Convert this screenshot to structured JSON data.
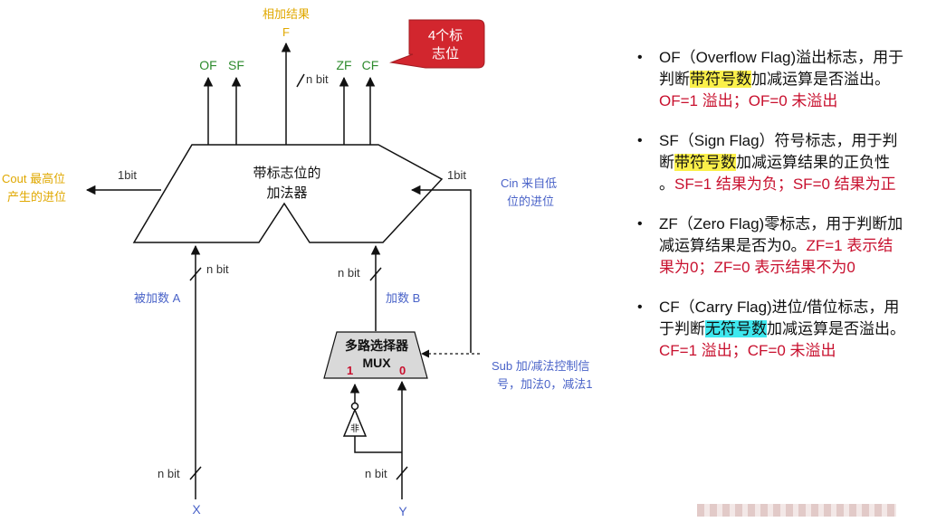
{
  "callout": {
    "text_line1": "4个标",
    "text_line2": "志位"
  },
  "outputs": {
    "result_label": "相加结果",
    "result_letter": "F",
    "of": "OF",
    "sf": "SF",
    "zf": "ZF",
    "cf": "CF",
    "nbit": "n bit"
  },
  "adder": {
    "line1": "带标志位的",
    "line2": "加法器"
  },
  "cout": {
    "label_line1": "Cout 最高位",
    "label_line2": "产生的进位",
    "bit": "1bit"
  },
  "cin": {
    "label_line1": "Cin 来自低",
    "label_line2": "位的进位",
    "bit": "1bit"
  },
  "input_a": {
    "label": "被加数 A",
    "nbit": "n bit"
  },
  "input_b": {
    "label": "加数 B",
    "nbit": "n bit"
  },
  "mux": {
    "line1": "多路选择器",
    "line2": "MUX",
    "in1": "1",
    "in0": "0"
  },
  "sub": {
    "label_line1": "Sub 加/减法控制信",
    "label_line2": "号，加法0，减法1"
  },
  "not_gate": {
    "label": "非"
  },
  "x_input": {
    "letter": "X",
    "nbit": "n bit"
  },
  "y_input": {
    "letter": "Y",
    "nbit": "n bit"
  },
  "colors": {
    "line": "#111111",
    "green": "#2e8b2e",
    "yellow": "#e0a800",
    "blue": "#4a63c8",
    "callout_red": "#d2262e",
    "text_red": "#c8102e"
  },
  "flags": [
    {
      "name": "OF",
      "rest": "（Overflow Flag)溢出标志，用于判断",
      "highlight": "带符号数",
      "after": "加减运算是否溢出。",
      "red1": "OF=1 溢出；",
      "red2": "OF=0 未溢出"
    },
    {
      "name": "SF",
      "rest": "（Sign Flag）符号标志，用于判断",
      "highlight": "带符号数",
      "after": "加减运算结果的正负性 。",
      "red1": "SF=1 结果为负；",
      "red2": "SF=0 结果为正"
    },
    {
      "name": "ZF",
      "rest": "（Zero Flag)零标志，用于判断加减运算结果是否为0。",
      "highlight": "",
      "after": "",
      "red1": "ZF=1 表示结果为0；",
      "red2": "ZF=0 表示结果不为0"
    },
    {
      "name": "CF",
      "rest": "（Carry Flag)进位/借位标志，用于判断",
      "highlight": "无符号数",
      "after": "加减运算是否溢出。",
      "red1": "CF=1 溢出；",
      "red2": "CF=0 未溢出"
    }
  ]
}
